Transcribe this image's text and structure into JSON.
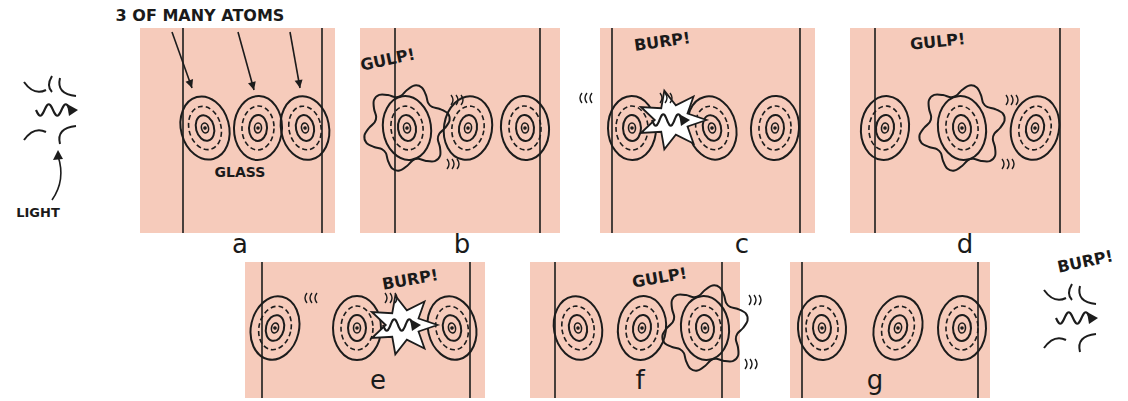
{
  "diagram": {
    "labels": [
      "3 OF MANY ATOMS",
      "GLASS",
      "LIGHT",
      "a",
      "GULP!",
      "b",
      "BURP!",
      "c",
      "GULP!",
      "d",
      "BURP!",
      "e",
      "GULP!",
      "f",
      "BURP!",
      "g"
    ]
  }
}
